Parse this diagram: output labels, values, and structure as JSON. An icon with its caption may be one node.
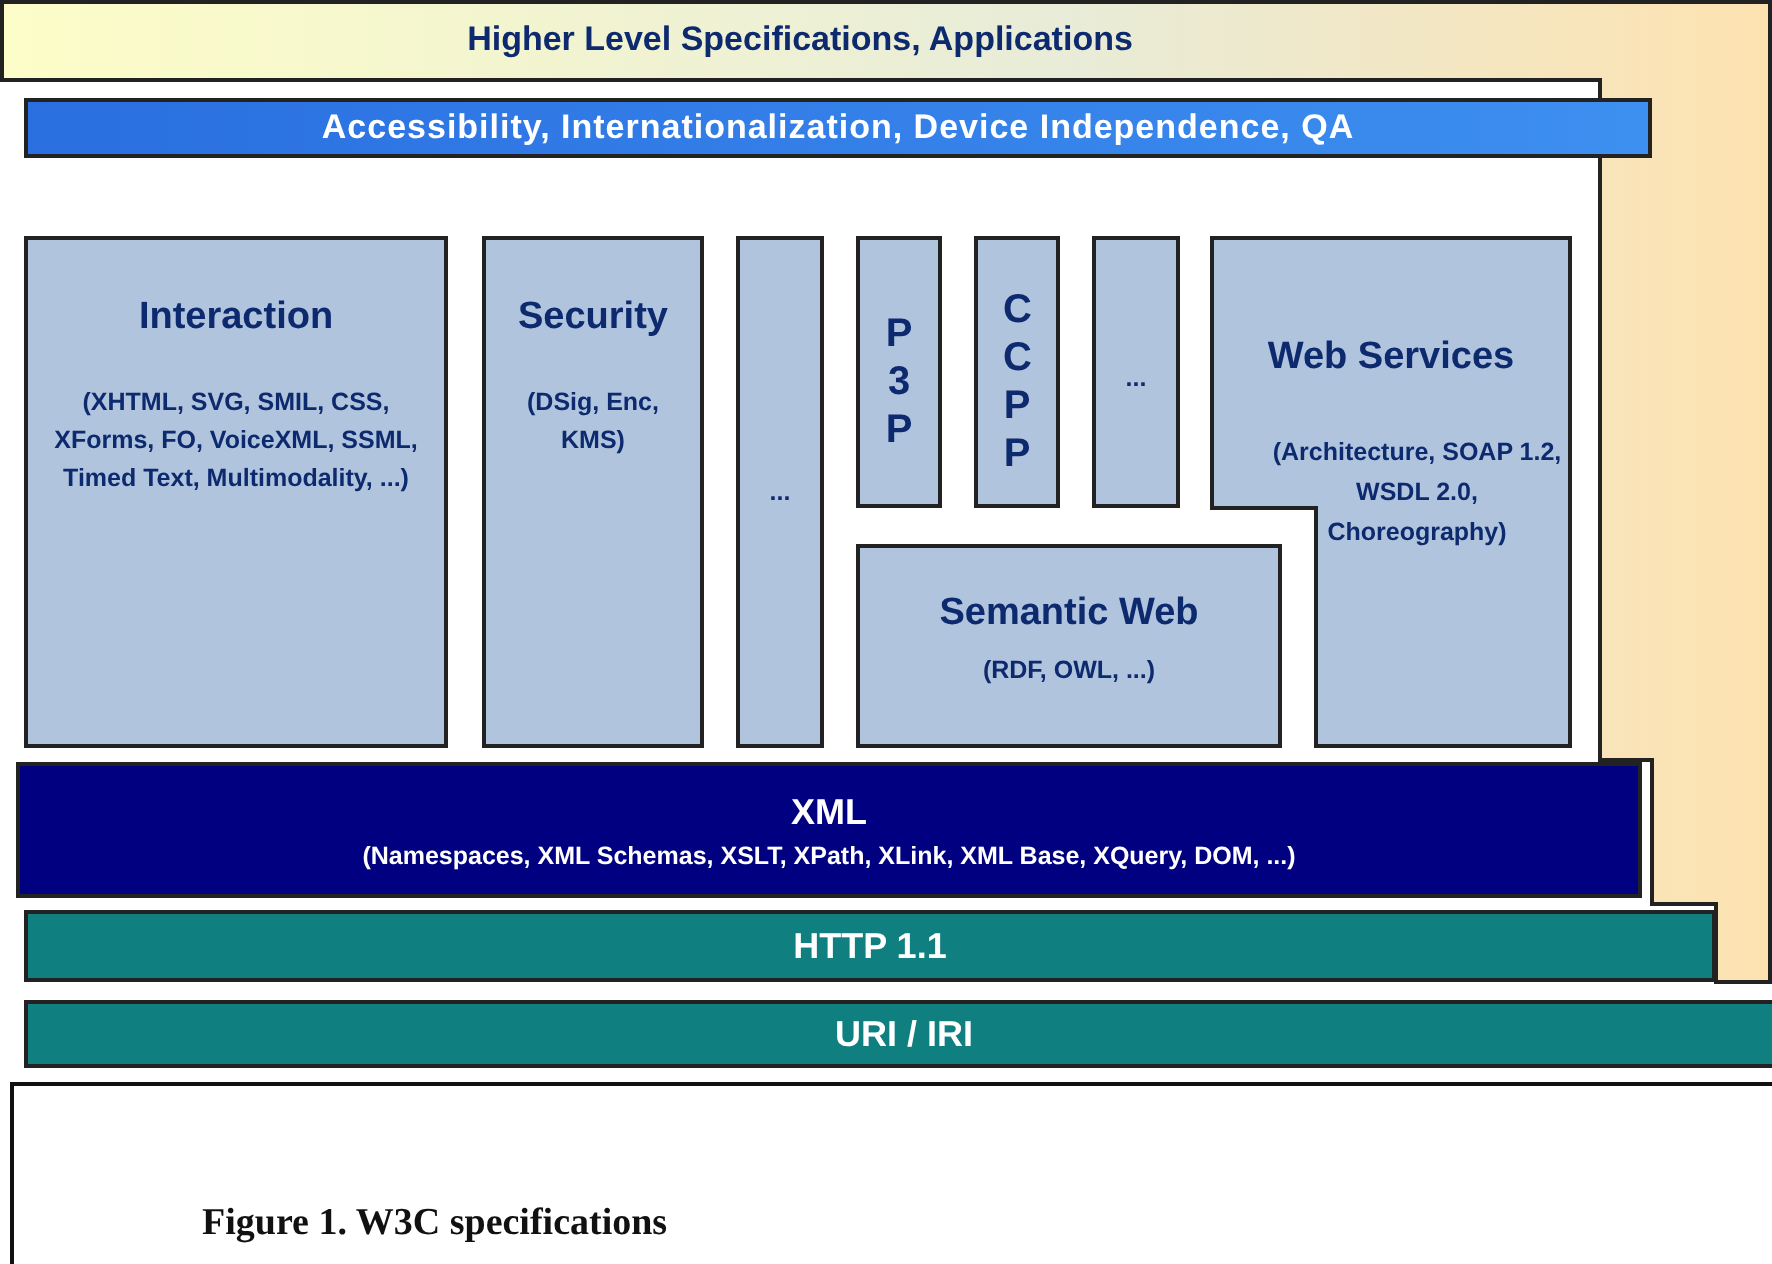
{
  "diagram": {
    "caption": "Figure 1. W3C specifications",
    "nodes": [
      {
        "text": [
          "Higher Level Specifications, Applications"
        ]
      },
      {
        "text": [
          "Accessibility, Internationalization, Device Independence, QA"
        ]
      },
      {
        "text": [
          "Interaction",
          "(XHTML, SVG, SMIL, CSS, XForms, FO, VoiceXML, SSML, Timed Text, Multimodality, ...)"
        ]
      },
      {
        "text": [
          "Security",
          "(DSig, Enc, KMS)"
        ]
      },
      {
        "text": [
          "..."
        ]
      },
      {
        "text": [
          "P3P"
        ]
      },
      {
        "text": [
          "CCPP"
        ]
      },
      {
        "text": [
          "..."
        ]
      },
      {
        "text": [
          "Web Services",
          "(Architecture, SOAP 1.2, WSDL 2.0, Choreography)"
        ]
      },
      {
        "text": [
          "Semantic Web",
          "(RDF, OWL, ...)"
        ]
      },
      {
        "text": [
          "XML",
          "(Namespaces, XML Schemas, XSLT, XPath, XLink, XML Base, XQuery, DOM, ...)"
        ]
      },
      {
        "text": [
          "HTTP 1.1"
        ]
      },
      {
        "text": [
          "URI / IRI"
        ]
      }
    ],
    "edges": []
  }
}
